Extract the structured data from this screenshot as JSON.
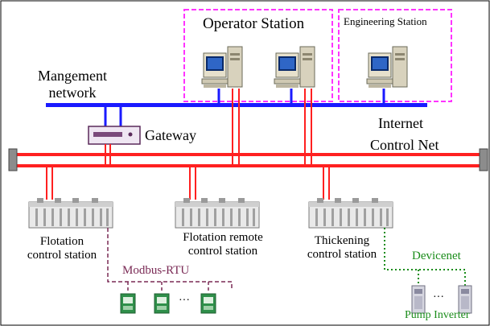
{
  "labels": {
    "operator_station": "Operator Station",
    "engineering_station": "Engineering Station",
    "management_network": [
      "Mangement",
      "network"
    ],
    "gateway": "Gateway",
    "internet": "Internet",
    "control_net": "Control Net",
    "flotation_station": [
      "Flotation",
      "control station"
    ],
    "flotation_remote_station": [
      "Flotation remote",
      "control station"
    ],
    "thickening_station": [
      "Thickening",
      "control station"
    ],
    "modbus": "Modbus-RTU",
    "devicenet": "Devicenet",
    "pump_inverter": "Pump Inverter",
    "ellipsis": "···"
  },
  "colors": {
    "management_bus": "#1a1aff",
    "control_bus": "#ff2020",
    "station_box": "#ff33ff",
    "modbus": "#7a2a55",
    "devicenet": "#1a8c1a",
    "text": "#000000"
  }
}
